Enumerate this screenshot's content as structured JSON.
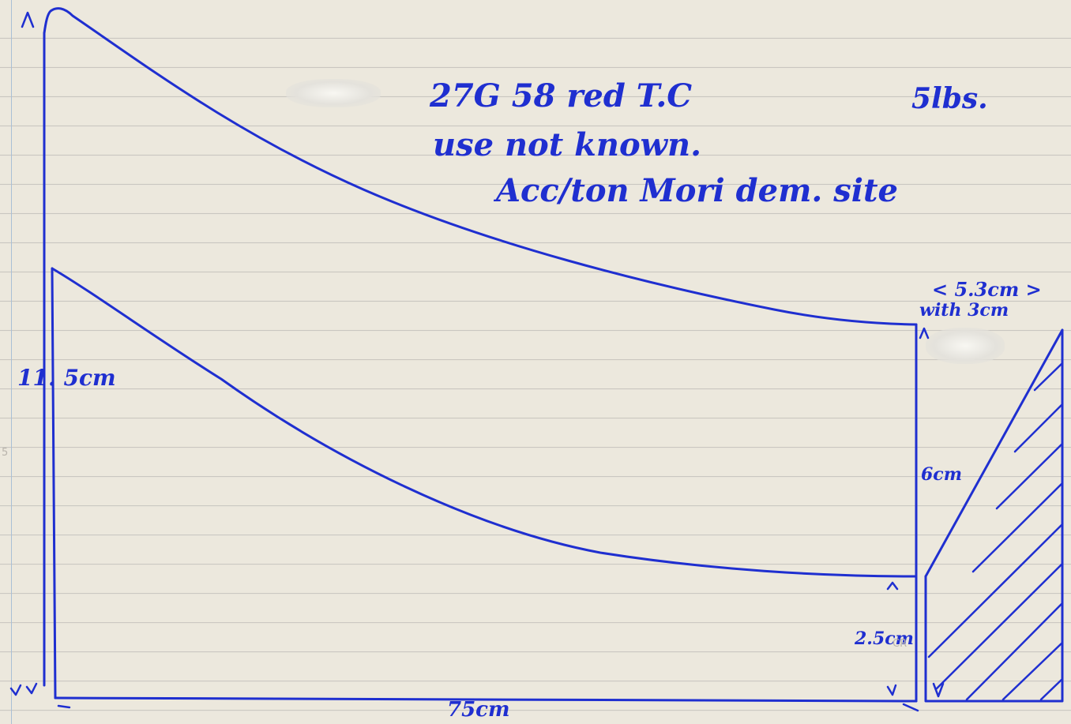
{
  "note": {
    "line1": "27G 58 red T.C",
    "weight": "5lbs.",
    "line2": "use not known.",
    "line3": "Acc/ton Mori dem. site"
  },
  "dimensions": {
    "height": "11. 5cm",
    "length": "75cm",
    "end_height": "2.5cm",
    "end_width": "< 5.3cm >",
    "with_label": "with 3cm",
    "side_label": "6cm"
  },
  "ink_color": "#1f2fd0"
}
